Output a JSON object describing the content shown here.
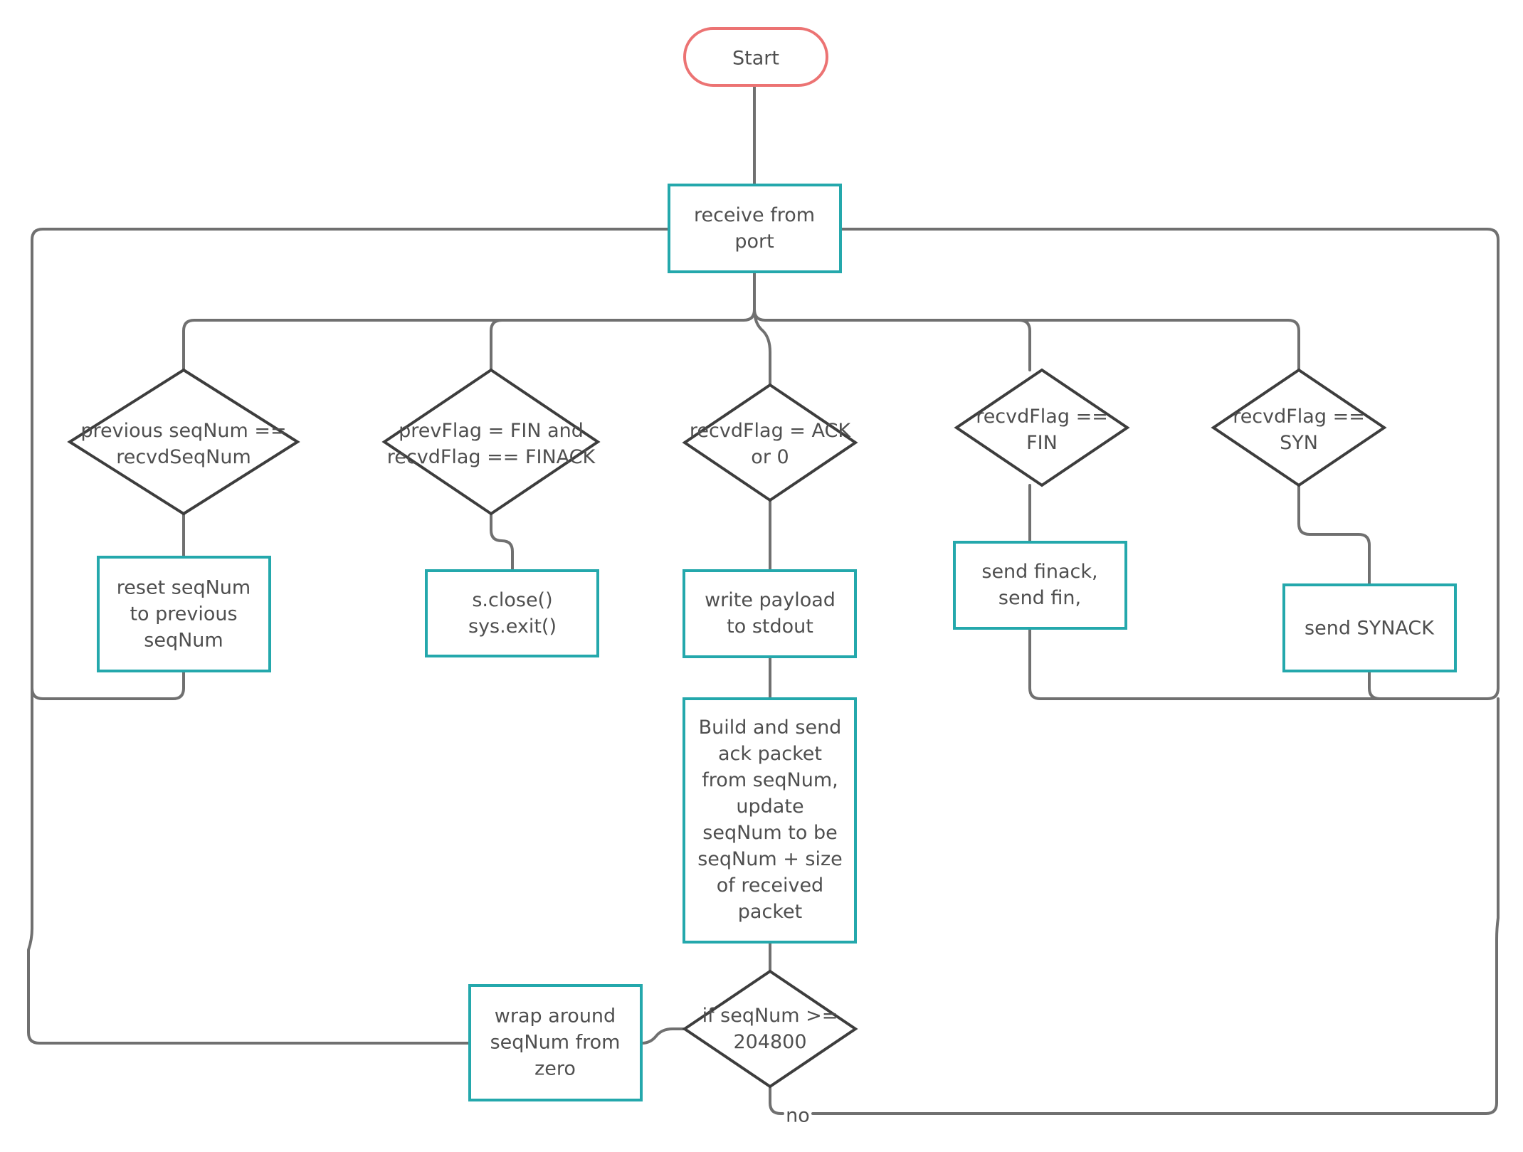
{
  "diagram": {
    "type": "flowchart",
    "colors": {
      "process_border": "#24a8ac",
      "decision_border": "#3d3d3d",
      "terminal_border": "#ec7373",
      "connector": "#707070",
      "text": "#4f4f4f"
    },
    "nodes": {
      "start": {
        "lines": [
          "Start"
        ]
      },
      "receive": {
        "lines": [
          "receive from",
          "port"
        ]
      },
      "dec_prev_seq": {
        "lines": [
          "previous seqNum ==",
          "recvdSeqNum"
        ]
      },
      "dec_fin_finack": {
        "lines": [
          "prevFlag = FIN and",
          "recvdFlag == FINACK"
        ]
      },
      "dec_ack": {
        "lines": [
          "recvdFlag = ACK",
          "or 0"
        ]
      },
      "dec_fin": {
        "lines": [
          "recvdFlag ==",
          "FIN"
        ]
      },
      "dec_syn": {
        "lines": [
          "recvdFlag ==",
          "SYN"
        ]
      },
      "reset_seq": {
        "lines": [
          "reset seqNum",
          "to previous",
          "seqNum"
        ]
      },
      "close_exit": {
        "lines": [
          "s.close()",
          "sys.exit()"
        ]
      },
      "write_payload": {
        "lines": [
          "write payload",
          "to stdout"
        ]
      },
      "send_finack": {
        "lines": [
          "send finack,",
          "send fin,"
        ]
      },
      "send_synack": {
        "lines": [
          "send SYNACK"
        ]
      },
      "build_ack": {
        "lines": [
          "Build and send",
          "ack packet",
          "from seqNum,",
          "update",
          "seqNum to be",
          "seqNum + size",
          "of received",
          "packet"
        ]
      },
      "dec_wrap": {
        "lines": [
          "if seqNum >=",
          "204800"
        ]
      },
      "wrap_around": {
        "lines": [
          "wrap around",
          "seqNum from",
          "zero"
        ]
      }
    },
    "edge_labels": {
      "no": "no"
    }
  }
}
